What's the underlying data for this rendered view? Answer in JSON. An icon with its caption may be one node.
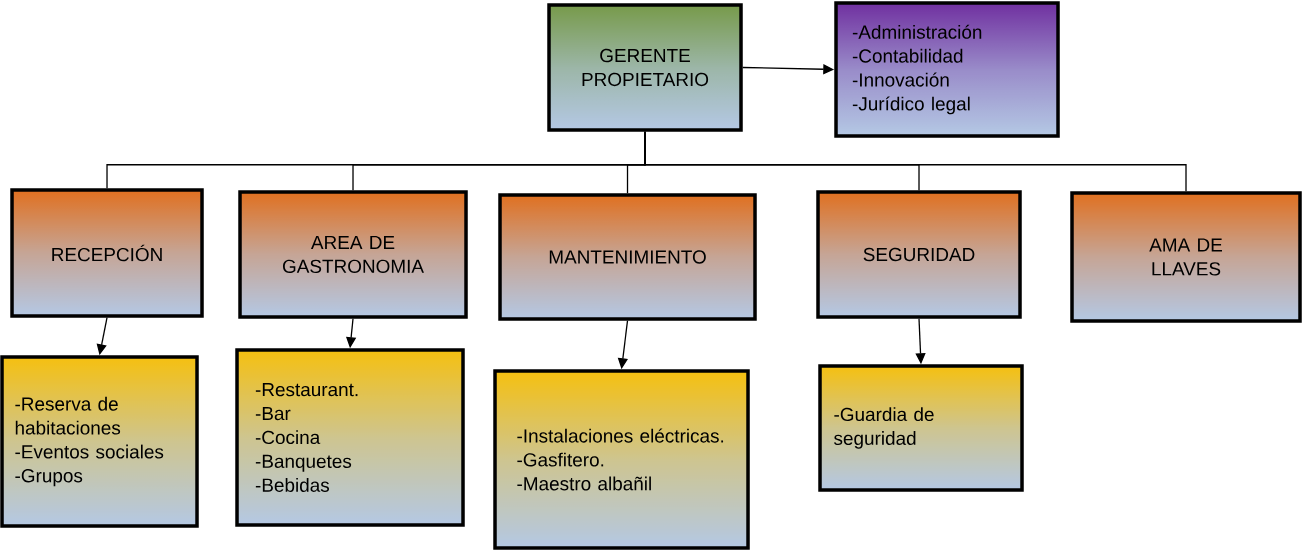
{
  "diagram": {
    "nodes": [
      {
        "text": [
          "GERENTE PROPIETARIO"
        ]
      },
      {
        "text": [
          "-Administración",
          "-Contabilidad",
          "-Innovación",
          "-Jurídico legal"
        ]
      },
      {
        "text": [
          "RECEPCIÓN"
        ]
      },
      {
        "text": [
          "AREA DE GASTRONOMIA"
        ]
      },
      {
        "text": [
          "MANTENIMIENTO"
        ]
      },
      {
        "text": [
          "SEGURIDAD"
        ]
      },
      {
        "text": [
          "AMA DE LLAVES"
        ]
      },
      {
        "text": [
          "-Reserva de habitaciones",
          "-Eventos sociales",
          "-Grupos"
        ]
      },
      {
        "text": [
          "-Restaurant.",
          "-Bar",
          "-Cocina",
          "-Banquetes",
          "-Bebidas"
        ]
      },
      {
        "text": [
          "-Instalaciones eléctricas.",
          "-Gasfitero.",
          "-Maestro albañil"
        ]
      },
      {
        "text": [
          "-Guardia de seguridad"
        ]
      }
    ],
    "edges": [
      {
        "from": 0,
        "to": 1,
        "arrow": "to"
      },
      {
        "from": 0,
        "to": 2,
        "arrow": "none"
      },
      {
        "from": 0,
        "to": 3,
        "arrow": "none"
      },
      {
        "from": 0,
        "to": 4,
        "arrow": "none"
      },
      {
        "from": 0,
        "to": 5,
        "arrow": "none"
      },
      {
        "from": 0,
        "to": 6,
        "arrow": "none"
      },
      {
        "from": 2,
        "to": 7,
        "arrow": "to"
      },
      {
        "from": 3,
        "to": 8,
        "arrow": "to"
      },
      {
        "from": 4,
        "to": 9,
        "arrow": "to"
      },
      {
        "from": 5,
        "to": 10,
        "arrow": "to"
      }
    ]
  }
}
